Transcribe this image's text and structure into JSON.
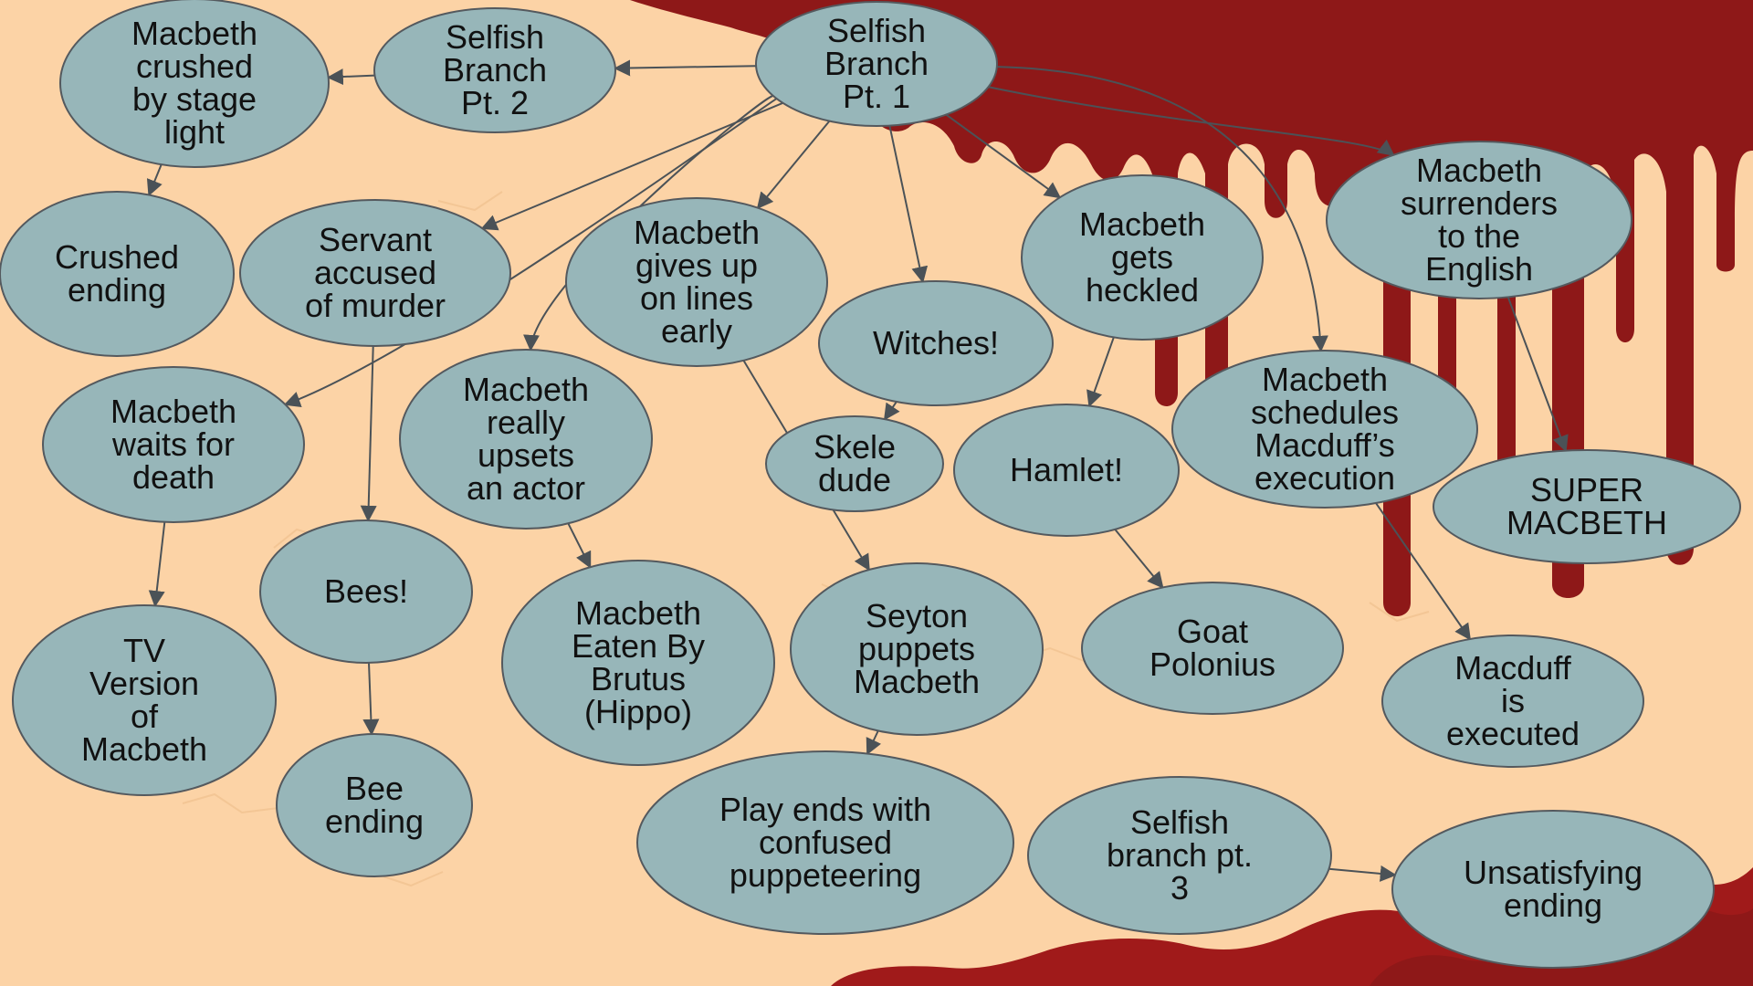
{
  "colors": {
    "background": "#fcd3a6",
    "blood": "#8e1818",
    "blood_dark": "#a01a1a",
    "node_fill": "#97b6b9",
    "node_stroke": "#54595e",
    "edge": "#4b5257",
    "text": "#111111"
  },
  "nodes": [
    {
      "id": "selfish1",
      "lines": [
        "Selfish",
        "Branch",
        "Pt. 1"
      ]
    },
    {
      "id": "selfish2",
      "lines": [
        "Selfish",
        "Branch",
        "Pt. 2"
      ]
    },
    {
      "id": "crushed_light",
      "lines": [
        "Macbeth",
        "crushed",
        "by stage",
        "light"
      ]
    },
    {
      "id": "crushed_ending",
      "lines": [
        "Crushed",
        "ending"
      ]
    },
    {
      "id": "servant",
      "lines": [
        "Servant",
        "accused",
        "of murder"
      ]
    },
    {
      "id": "gives_up",
      "lines": [
        "Macbeth",
        "gives up",
        "on lines",
        "early"
      ]
    },
    {
      "id": "witches",
      "lines": [
        "Witches!"
      ]
    },
    {
      "id": "heckled",
      "lines": [
        "Macbeth",
        "gets",
        "heckled"
      ]
    },
    {
      "id": "surrenders",
      "lines": [
        "Macbeth",
        "surrenders",
        "to the",
        "English"
      ]
    },
    {
      "id": "waits",
      "lines": [
        "Macbeth",
        "waits for",
        "death"
      ]
    },
    {
      "id": "upsets",
      "lines": [
        "Macbeth",
        "really",
        "upsets",
        "an actor"
      ]
    },
    {
      "id": "skele",
      "lines": [
        "Skele",
        "dude"
      ]
    },
    {
      "id": "hamlet",
      "lines": [
        "Hamlet!"
      ]
    },
    {
      "id": "schedules",
      "lines": [
        "Macbeth",
        "schedules",
        "Macduff’s",
        "execution"
      ]
    },
    {
      "id": "super",
      "lines": [
        "SUPER",
        "MACBETH"
      ]
    },
    {
      "id": "bees",
      "lines": [
        "Bees!"
      ]
    },
    {
      "id": "tv",
      "lines": [
        "TV",
        "Version",
        "of",
        "Macbeth"
      ]
    },
    {
      "id": "eaten",
      "lines": [
        "Macbeth",
        "Eaten By",
        "Brutus",
        "(Hippo)"
      ]
    },
    {
      "id": "seyton",
      "lines": [
        "Seyton",
        "puppets",
        "Macbeth"
      ]
    },
    {
      "id": "goat",
      "lines": [
        "Goat",
        "Polonius"
      ]
    },
    {
      "id": "macduff_exec",
      "lines": [
        "Macduff",
        "is",
        "executed"
      ]
    },
    {
      "id": "bee_ending",
      "lines": [
        "Bee",
        "ending"
      ]
    },
    {
      "id": "confused",
      "lines": [
        "Play ends with",
        "confused",
        "puppeteering"
      ]
    },
    {
      "id": "selfish3",
      "lines": [
        "Selfish",
        "branch pt.",
        "3"
      ]
    },
    {
      "id": "unsatisfying",
      "lines": [
        "Unsatisfying",
        "ending"
      ]
    }
  ],
  "edges": [
    {
      "from": "selfish1",
      "to": "selfish2"
    },
    {
      "from": "selfish2",
      "to": "crushed_light"
    },
    {
      "from": "crushed_light",
      "to": "crushed_ending"
    },
    {
      "from": "selfish1",
      "to": "servant"
    },
    {
      "from": "selfish1",
      "to": "gives_up"
    },
    {
      "from": "selfish1",
      "to": "witches"
    },
    {
      "from": "selfish1",
      "to": "heckled"
    },
    {
      "from": "selfish1",
      "to": "surrenders"
    },
    {
      "from": "selfish1",
      "to": "schedules"
    },
    {
      "from": "selfish1",
      "to": "waits"
    },
    {
      "from": "selfish1",
      "to": "upsets"
    },
    {
      "from": "servant",
      "to": "bees"
    },
    {
      "from": "bees",
      "to": "bee_ending"
    },
    {
      "from": "waits",
      "to": "tv"
    },
    {
      "from": "upsets",
      "to": "eaten"
    },
    {
      "from": "gives_up",
      "to": "seyton"
    },
    {
      "from": "witches",
      "to": "skele"
    },
    {
      "from": "heckled",
      "to": "hamlet"
    },
    {
      "from": "hamlet",
      "to": "goat"
    },
    {
      "from": "schedules",
      "to": "macduff_exec"
    },
    {
      "from": "surrenders",
      "to": "super"
    },
    {
      "from": "seyton",
      "to": "confused"
    },
    {
      "from": "selfish3",
      "to": "unsatisfying"
    }
  ]
}
